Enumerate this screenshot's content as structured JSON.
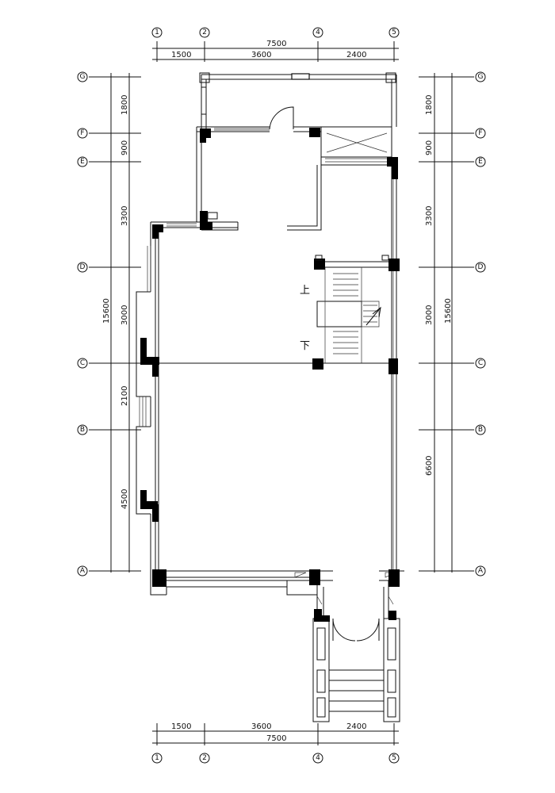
{
  "plan": {
    "grid_numbers": [
      "1",
      "2",
      "4",
      "5"
    ],
    "grid_letters": [
      "G",
      "F",
      "E",
      "D",
      "C",
      "B",
      "A"
    ],
    "top_dims": {
      "total": "7500",
      "spans": [
        "1500",
        "3600",
        "2400"
      ]
    },
    "bottom_dims": {
      "total": "7500",
      "spans": [
        "1500",
        "3600",
        "2400"
      ]
    },
    "left_dims": {
      "total": "15600",
      "spans": [
        "1800",
        "900",
        "3300",
        "3000",
        "2100",
        "4500"
      ]
    },
    "right_dims": {
      "total": "15600",
      "spans": [
        "1800",
        "900",
        "3300",
        "3000",
        "6600"
      ]
    },
    "stair_labels": {
      "up": "上",
      "down": "下"
    }
  }
}
